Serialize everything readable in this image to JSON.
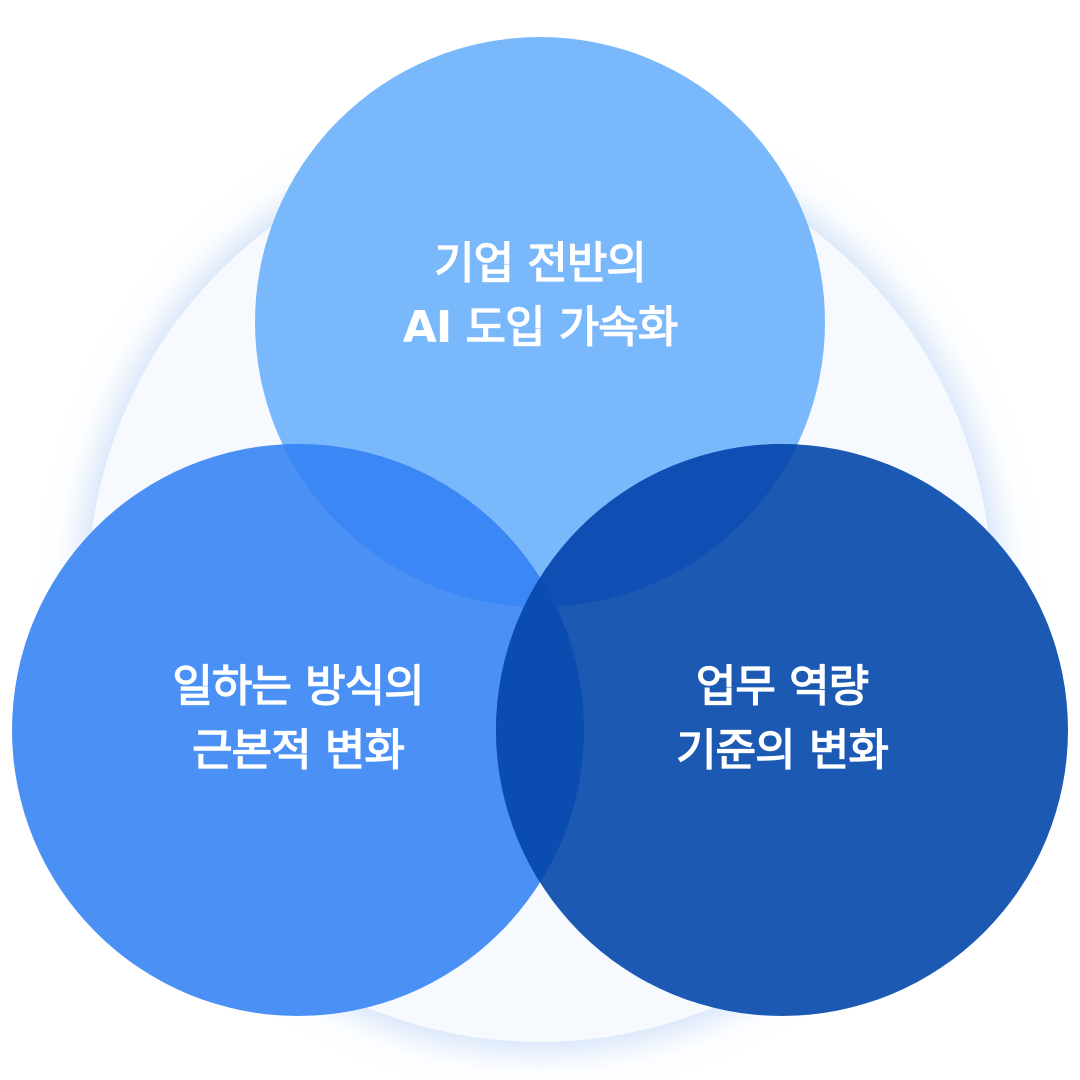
{
  "diagram": {
    "type": "venn",
    "sets": [
      {
        "id": "top",
        "lines": [
          "기업 전반의",
          "AI 도입 가속화"
        ],
        "color": "#7ab8fc"
      },
      {
        "id": "left",
        "lines": [
          "일하는 방식의",
          "근본적 변화"
        ],
        "color": "#4a90f5"
      },
      {
        "id": "right",
        "lines": [
          "업무 역량",
          "기준의 변화"
        ],
        "color": "#1b59b3"
      }
    ],
    "overlap_colors": {
      "top_left": "#3a87f5",
      "top_right": "#0f4fb3",
      "left_right": "#0a4cb0",
      "all": "#0a4cb0"
    },
    "background_color": "#f6f9fe"
  }
}
